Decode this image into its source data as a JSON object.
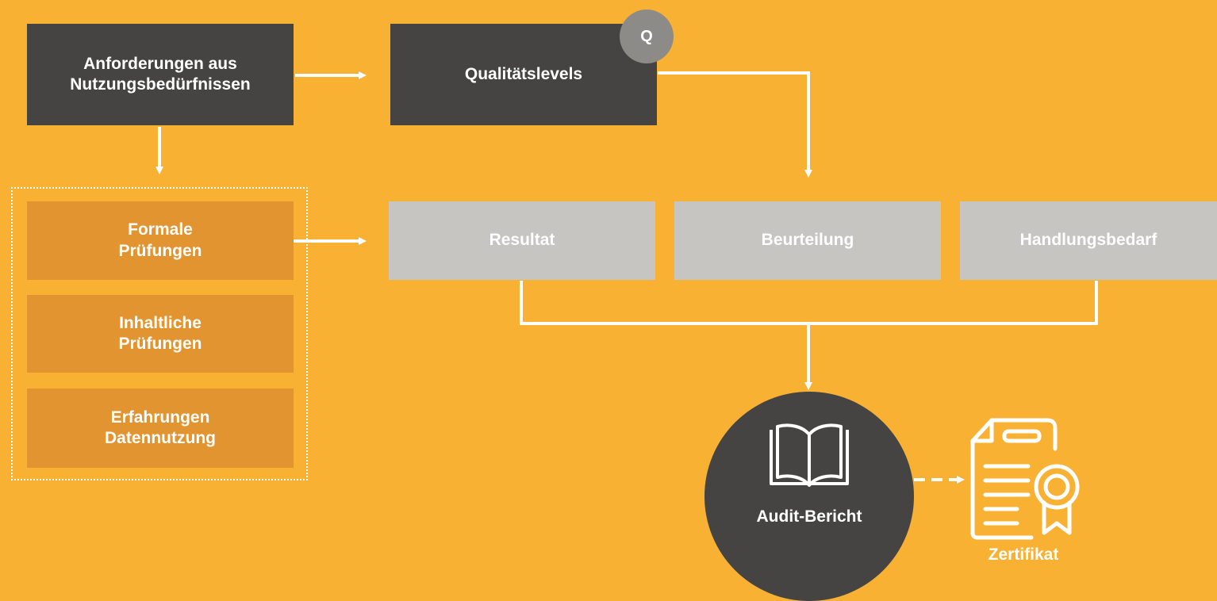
{
  "nodes": {
    "anforderungen": "Anforderungen aus\nNutzungsbedürfnissen",
    "qualitaet": "Qualitätslevels",
    "q_badge": "Q",
    "formale": "Formale\nPrüfungen",
    "inhaltliche": "Inhaltliche\nPrüfungen",
    "erfahrungen": "Erfahrungen\nDatennutzung",
    "resultat": "Resultat",
    "beurteilung": "Beurteilung",
    "handlungsbedarf": "Handlungsbedarf",
    "audit_bericht": "Audit-Bericht",
    "zertifikat": "Zertifikat"
  },
  "icons": {
    "audit": "book-icon",
    "certificate": "certificate-icon"
  },
  "colors": {
    "background": "#F8B133",
    "dark_box": "#454443",
    "gray_box": "#C6C5C1",
    "orange_box": "#E29431",
    "badge": "#8D8B88",
    "line": "#FFFFFF"
  }
}
